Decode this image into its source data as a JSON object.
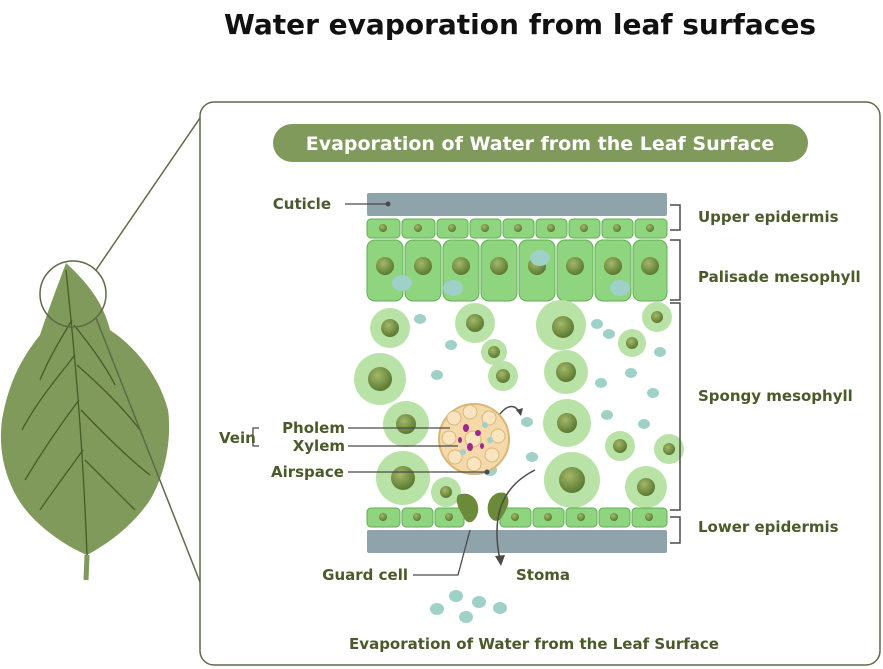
{
  "title": "Water evaporation from leaf surfaces",
  "banner": "Evaporation of Water from the Leaf Surface",
  "footer": "Evaporation of Water from the Leaf Surface",
  "labels": {
    "cuticle": "Cuticle",
    "upper_epidermis": "Upper epidermis",
    "palisade_mesophyll": "Palisade mesophyll",
    "spongy_mesophyll": "Spongy mesophyll",
    "lower_epidermis": "Lower epidermis",
    "vein": "Vein",
    "pholem": "Pholem",
    "xylem": "Xylem",
    "airspace": "Airspace",
    "guard_cell": "Guard cell",
    "stoma": "Stoma"
  },
  "colors": {
    "leaf": "#7f9a5a",
    "banner": "#7f9a5a",
    "frame": "#5e6a4a",
    "label_text": "#4a5a2a",
    "cuticle": "#8fa3ab",
    "cell_light": "#8fd47f",
    "cell_border": "#5fae52",
    "nucleus": "#6b8a3a",
    "spongy_cell": "#b9e3a6",
    "water_droplet": "#9fd1c9",
    "vein_fill": "#f5d9a8",
    "phloem_dot": "#9b2a8a"
  }
}
